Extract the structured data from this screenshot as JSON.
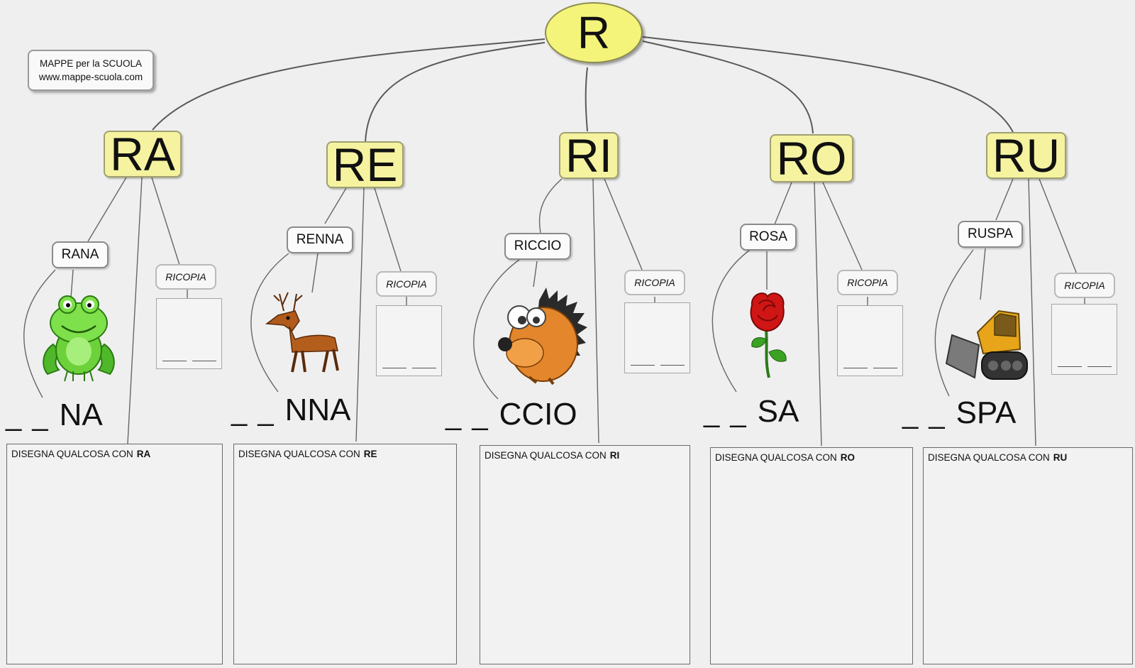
{
  "credit": {
    "line1": "MAPPE per la SCUOLA",
    "line2": "www.mappe-scuola.com"
  },
  "root": {
    "letter": "R"
  },
  "branches": [
    {
      "syllable": "RA",
      "word": "RANA",
      "picture": "frog-icon",
      "blanks": "_ _",
      "ending": "NA",
      "ricopia": "RICOPIA",
      "draw_prefix": "DISEGNA QUALCOSA CON",
      "draw_syllable": "RA"
    },
    {
      "syllable": "RE",
      "word": "RENNA",
      "picture": "deer-icon",
      "blanks": "_ _",
      "ending": "NNA",
      "ricopia": "RICOPIA",
      "draw_prefix": "DISEGNA QUALCOSA CON",
      "draw_syllable": "RE"
    },
    {
      "syllable": "RI",
      "word": "RICCIO",
      "picture": "hedgehog-icon",
      "blanks": "_ _",
      "ending": "CCIO",
      "ricopia": "RICOPIA",
      "draw_prefix": "DISEGNA QUALCOSA CON",
      "draw_syllable": "RI"
    },
    {
      "syllable": "RO",
      "word": "ROSA",
      "picture": "rose-icon",
      "blanks": "_ _",
      "ending": "SA",
      "ricopia": "RICOPIA",
      "draw_prefix": "DISEGNA QUALCOSA CON",
      "draw_syllable": "RO"
    },
    {
      "syllable": "RU",
      "word": "RUSPA",
      "picture": "bulldozer-icon",
      "blanks": "_ _",
      "ending": "SPA",
      "ricopia": "RICOPIA",
      "draw_prefix": "DISEGNA QUALCOSA CON",
      "draw_syllable": "RU"
    }
  ],
  "colors": {
    "root_fill": "#f4f47a",
    "syllable_fill": "#f6f3a0",
    "line": "#555555"
  }
}
